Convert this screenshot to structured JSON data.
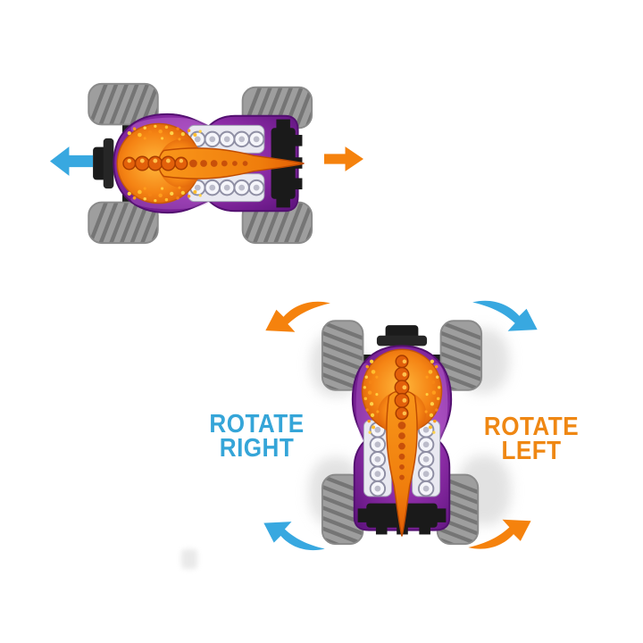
{
  "colors": {
    "arrow_blue": "#38a8e0",
    "arrow_orange": "#f5820d",
    "text_blue": "#35a5d8",
    "text_orange": "#ef8713",
    "truck_purple": "#8c2ca6",
    "truck_orange": "#f58414",
    "tire_gray": "#9e9e9e",
    "background": "#ffffff"
  },
  "top_diagram": {
    "truck_icon": "monster-truck-top-view-facing-right",
    "left_arrow_icon": "arrow-left",
    "right_arrow_icon": "arrow-right"
  },
  "bottom_diagram": {
    "truck_icon": "monster-truck-top-view-facing-down",
    "rotate_right_label": {
      "line1": "ROTATE",
      "line2": "RIGHT"
    },
    "rotate_left_label": {
      "line1": "ROTATE",
      "line2": "LEFT"
    },
    "curved_arrow_icons": {
      "top_left": "rotate-counterclockwise-arrow",
      "top_right": "rotate-clockwise-arrow",
      "bottom_left": "rotate-clockwise-arrow",
      "bottom_right": "rotate-counterclockwise-arrow"
    }
  }
}
